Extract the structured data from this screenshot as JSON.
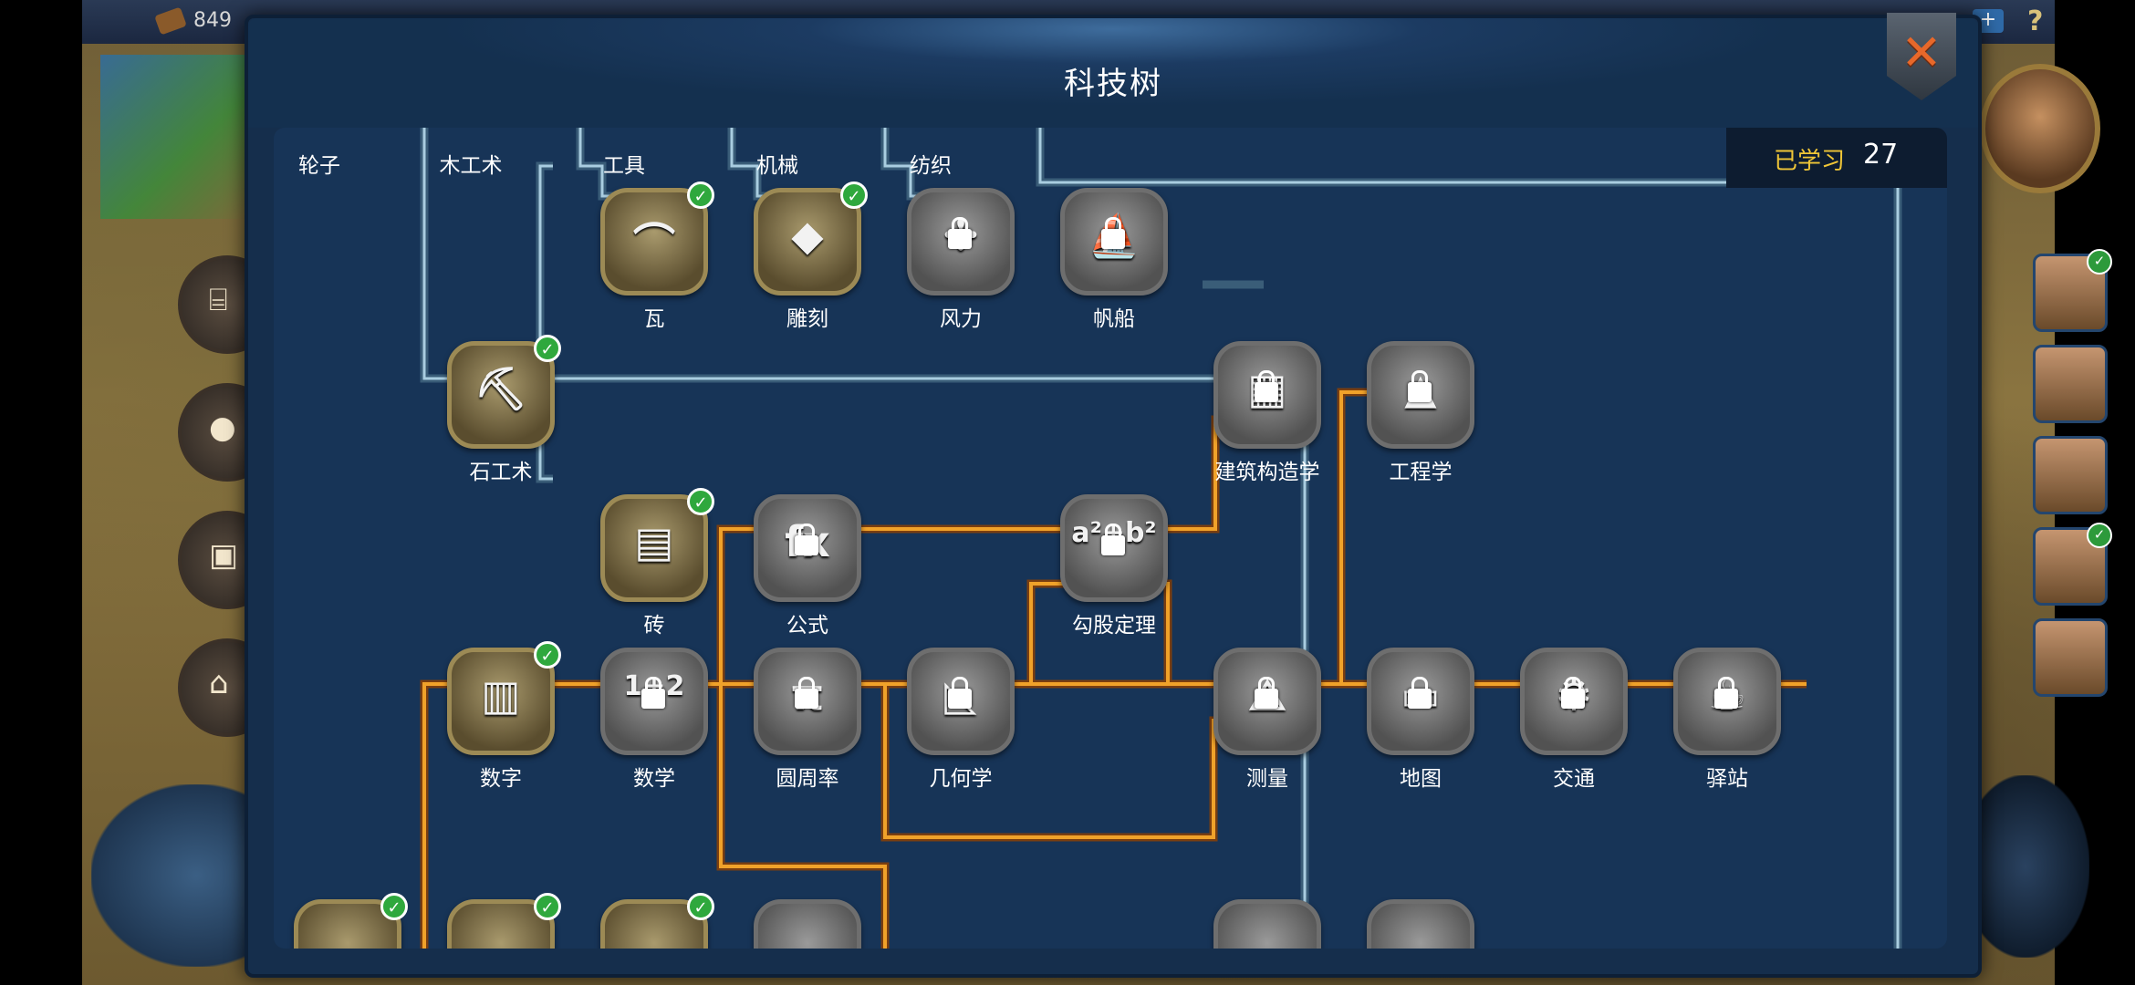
{
  "topbar": {
    "resource_value": "849"
  },
  "dialog": {
    "title": "科技树"
  },
  "learned": {
    "label": "已学习",
    "value": "27"
  },
  "column_headers": [
    "轮子",
    "木工术",
    "工具",
    "机械",
    "纺织"
  ],
  "techs": [
    {
      "id": "wa",
      "label": "瓦",
      "learned": true,
      "icon": "roof-tile-icon",
      "glyph": "⌒"
    },
    {
      "id": "diaoke",
      "label": "雕刻",
      "learned": true,
      "icon": "chisel-stone-icon",
      "glyph": "◆"
    },
    {
      "id": "fengli",
      "label": "风力",
      "learned": false,
      "icon": "windmill-icon",
      "glyph": "✢"
    },
    {
      "id": "fanchuan",
      "label": "帆船",
      "learned": false,
      "icon": "sailboat-icon",
      "glyph": "⛵"
    },
    {
      "id": "shigongshu",
      "label": "石工术",
      "learned": true,
      "icon": "pickaxe-icon",
      "glyph": "⛏"
    },
    {
      "id": "jianzhu",
      "label": "建筑构造学",
      "learned": false,
      "icon": "building-icon",
      "glyph": "▦"
    },
    {
      "id": "gongcheng",
      "label": "工程学",
      "learned": false,
      "icon": "engineering-icon",
      "glyph": "▲"
    },
    {
      "id": "zhuan",
      "label": "砖",
      "learned": true,
      "icon": "brick-wall-icon",
      "glyph": "▤"
    },
    {
      "id": "gongshi",
      "label": "公式",
      "learned": false,
      "icon": "formula-fx-icon",
      "glyph": "fx"
    },
    {
      "id": "gougu",
      "label": "勾股定理",
      "learned": false,
      "icon": "pythagoras-icon",
      "glyph": "a²+b²"
    },
    {
      "id": "shuzi",
      "label": "数字",
      "learned": true,
      "icon": "numeral-tablet-icon",
      "glyph": "▥"
    },
    {
      "id": "shuxue",
      "label": "数学",
      "learned": false,
      "icon": "math-icon",
      "glyph": "1+2"
    },
    {
      "id": "yuanzhoulv",
      "label": "圆周率",
      "learned": false,
      "icon": "pi-icon",
      "glyph": "π"
    },
    {
      "id": "jihexue",
      "label": "几何学",
      "learned": false,
      "icon": "triangle-icon",
      "glyph": "◺"
    },
    {
      "id": "celiang",
      "label": "测量",
      "learned": false,
      "icon": "compass-icon",
      "glyph": "⟁"
    },
    {
      "id": "ditu",
      "label": "地图",
      "learned": false,
      "icon": "map-scroll-icon",
      "glyph": "▭"
    },
    {
      "id": "jiaotong",
      "label": "交通",
      "learned": false,
      "icon": "cart-icon",
      "glyph": "⚙"
    },
    {
      "id": "yizhan",
      "label": "驿站",
      "learned": false,
      "icon": "teapot-icon",
      "glyph": "☕"
    }
  ],
  "colors": {
    "panel": "#173457",
    "path_blue": "#8fb6c7",
    "path_orange": "#e08a1c",
    "learned_label": "#f0c637",
    "check": "#2fa83d"
  }
}
